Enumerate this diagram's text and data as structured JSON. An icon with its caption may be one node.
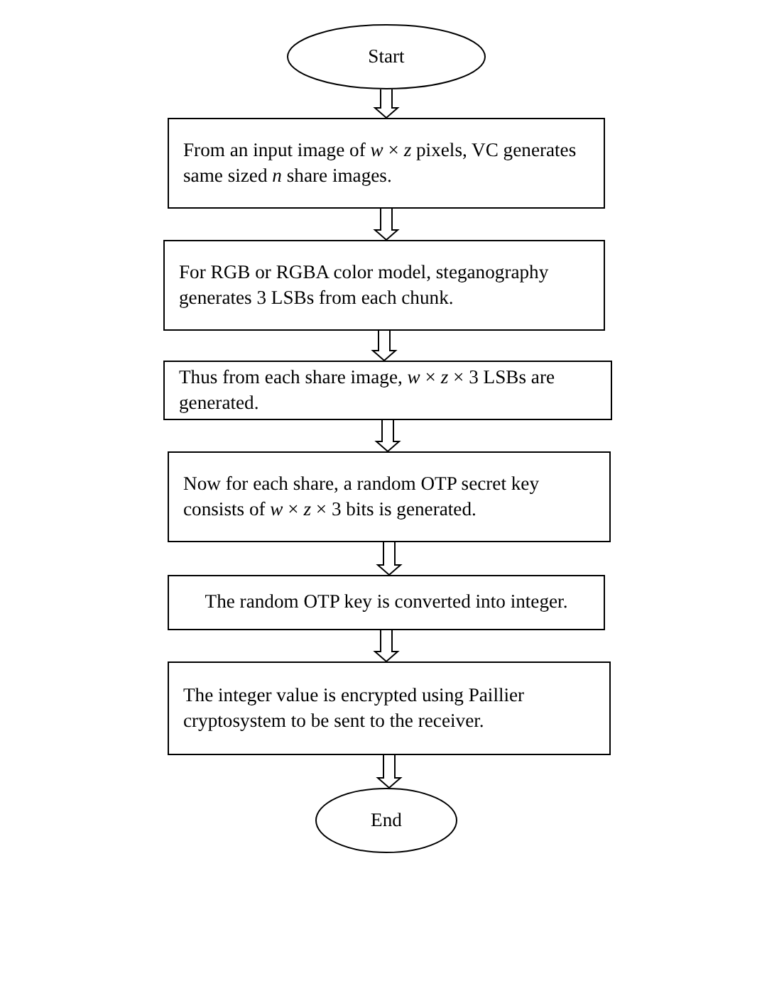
{
  "diagram": {
    "nodes": [
      {
        "text": [
          "Start"
        ]
      },
      {
        "text": [
          "From an input image of *w* × *z* pixels, VC generates same sized *n* share images."
        ]
      },
      {
        "text": [
          "For RGB or RGBA color model, steganography generates 3 LSBs from each chunk."
        ]
      },
      {
        "text": [
          "Thus from each share image, *w* × *z* × 3 LSBs are generated."
        ]
      },
      {
        "text": [
          "Now for each share, a random OTP secret key consists of *w* × *z* × 3 bits is generated."
        ]
      },
      {
        "text": [
          "The random OTP key is converted into integer."
        ]
      },
      {
        "text": [
          "The integer value is encrypted using Paillier cryptosystem to be sent to the receiver."
        ]
      },
      {
        "text": [
          "End"
        ]
      }
    ],
    "edges": [
      {
        "from": 0,
        "to": 1,
        "arrow": "to"
      },
      {
        "from": 1,
        "to": 2,
        "arrow": "to"
      },
      {
        "from": 2,
        "to": 3,
        "arrow": "to"
      },
      {
        "from": 3,
        "to": 4,
        "arrow": "to"
      },
      {
        "from": 4,
        "to": 5,
        "arrow": "to"
      },
      {
        "from": 5,
        "to": 6,
        "arrow": "to"
      },
      {
        "from": 6,
        "to": 7,
        "arrow": "to"
      }
    ]
  }
}
